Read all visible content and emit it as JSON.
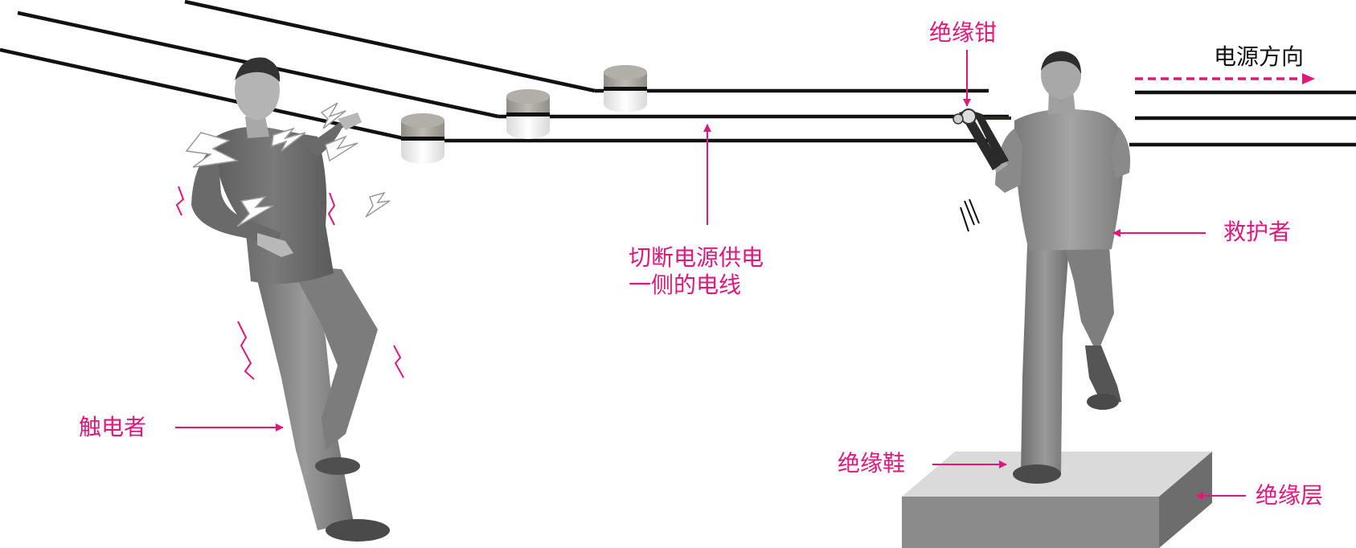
{
  "labels": {
    "insulated_pliers": "绝缘钳",
    "power_direction": "电源方向",
    "cut_wire_line1": "切断电源供电",
    "cut_wire_line2": "一侧的电线",
    "rescuer": "救护者",
    "victim": "触电者",
    "insulated_shoes": "绝缘鞋",
    "insulation_layer": "绝缘层"
  },
  "colors": {
    "accent": "#e0187c",
    "wire": "#111111",
    "text": "#111111",
    "insulator": "#a7a59d",
    "platform_top": "#dcdcdc",
    "platform_front": "#8a8a8a",
    "platform_side": "#6f6f6f",
    "shirt_victim": "#6e6e6e",
    "shirt_rescuer": "#8e8e8e",
    "jeans": "#858585",
    "skin": "#b8b8b8"
  }
}
